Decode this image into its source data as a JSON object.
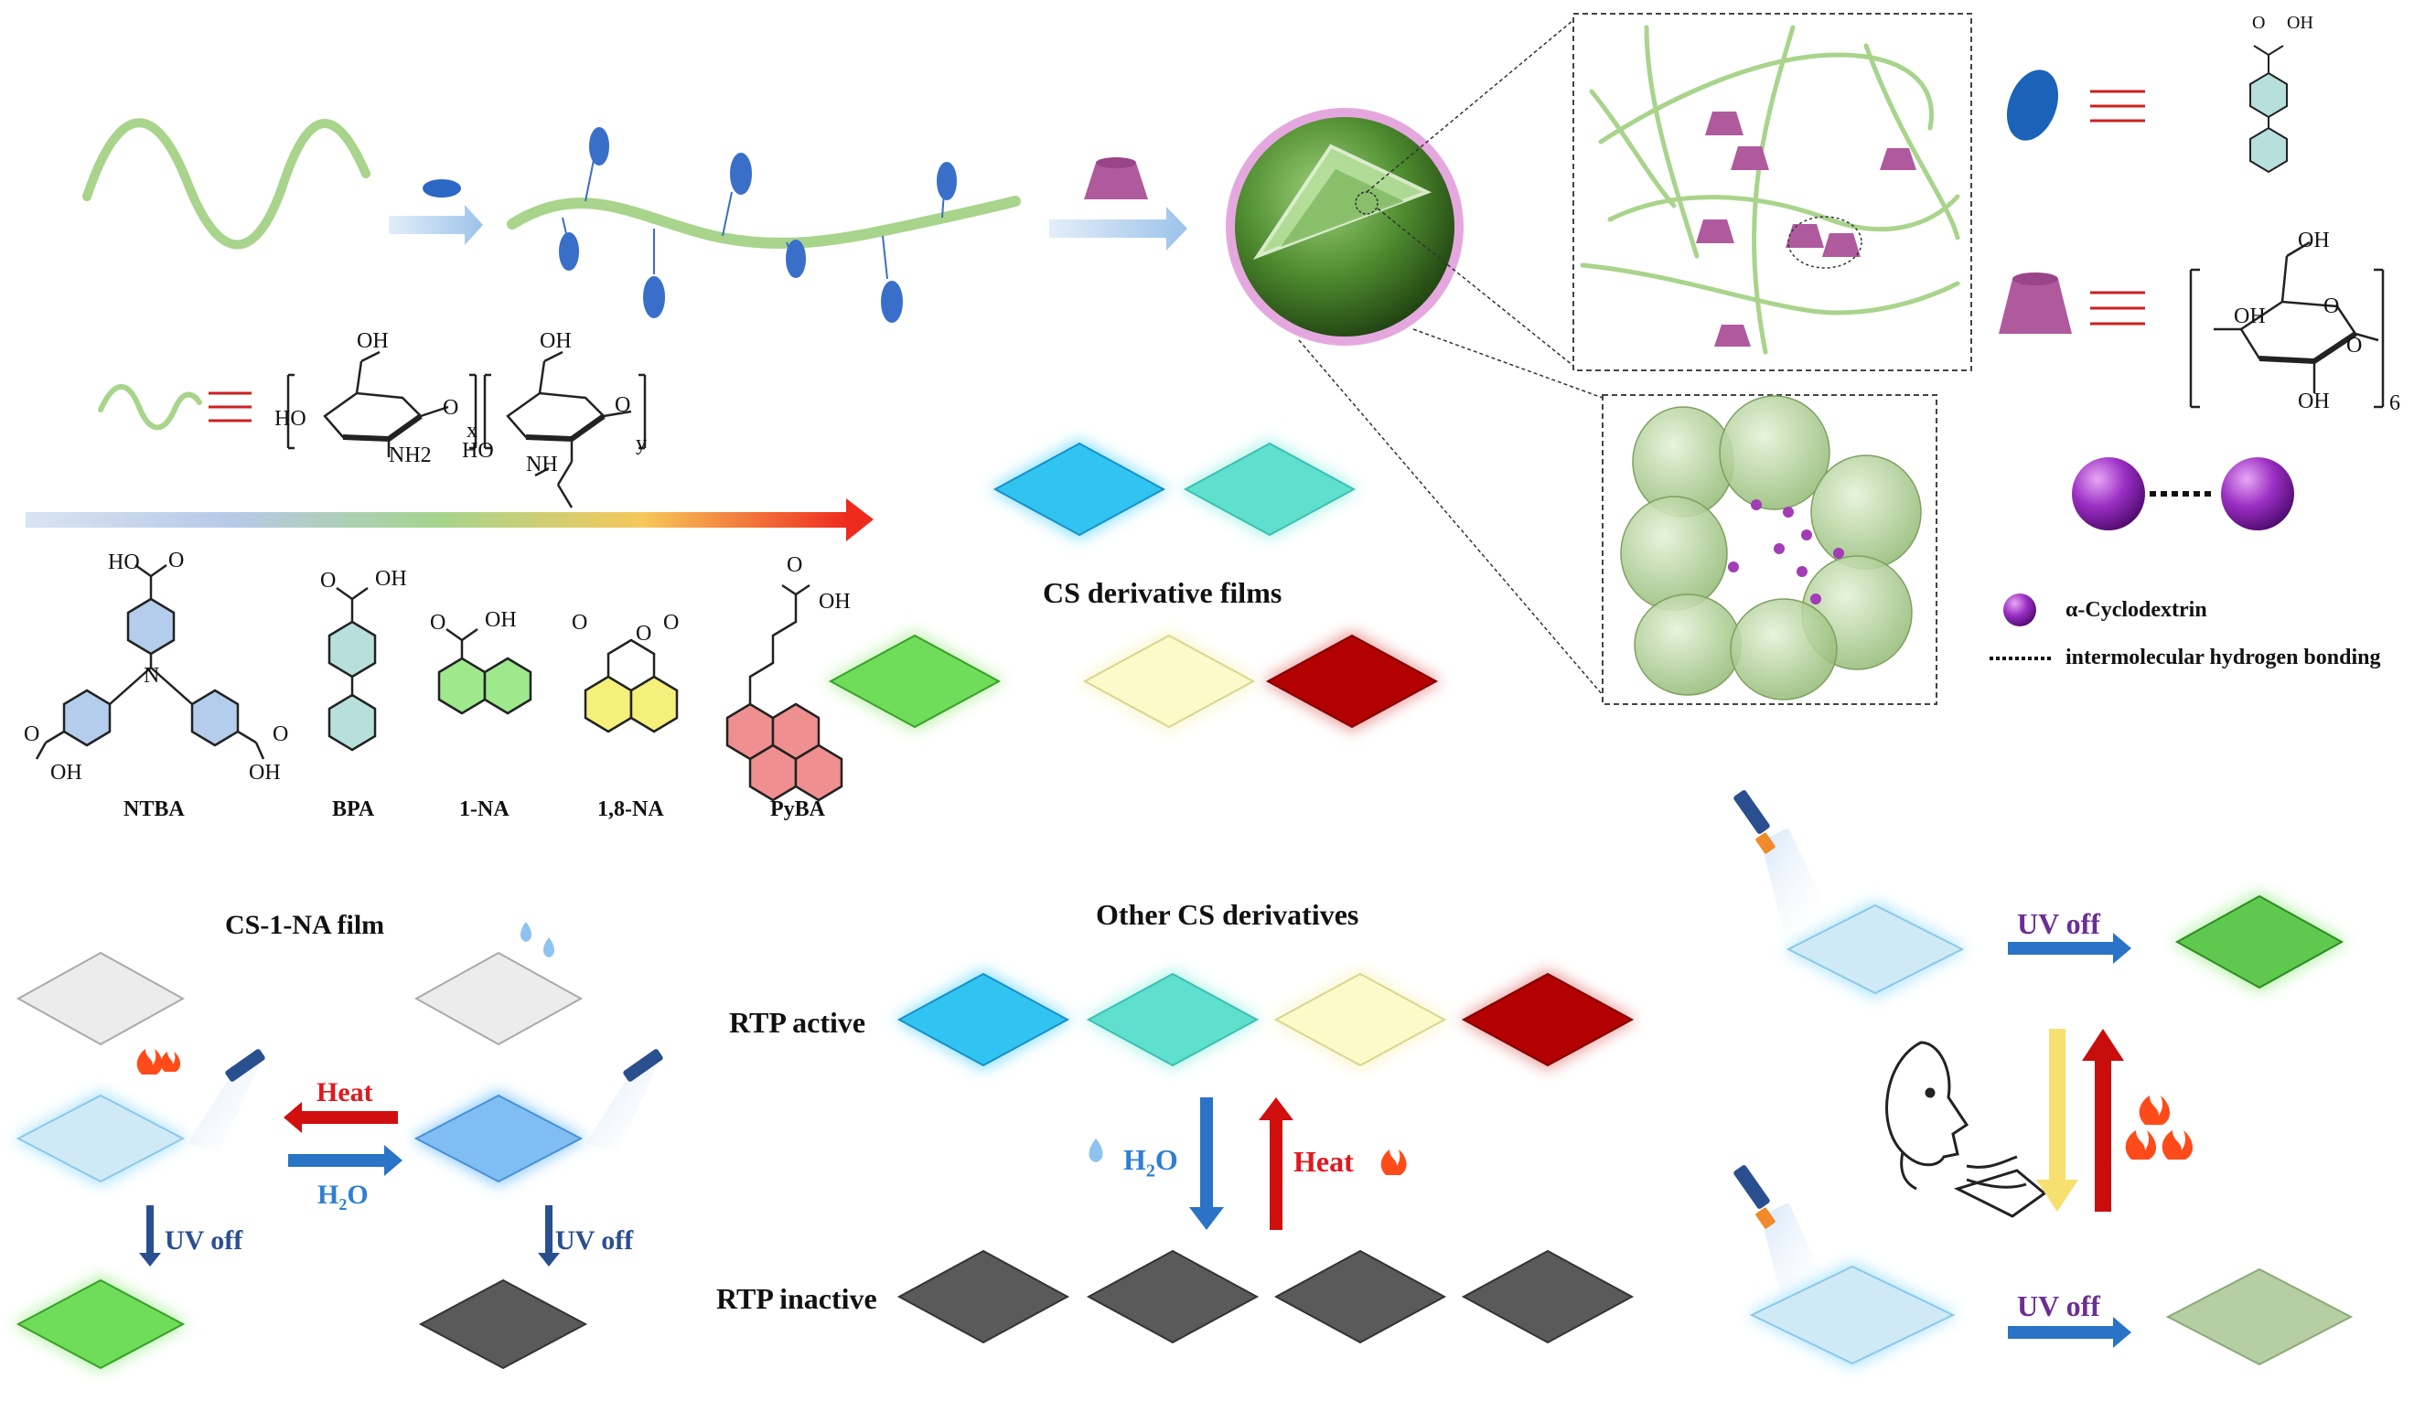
{
  "structures": {
    "chitosan_substituents": [
      "OH",
      "HO",
      "NH2",
      "OH",
      "HO",
      "NH",
      "x",
      "y",
      "O",
      "O"
    ],
    "acids": [
      {
        "name": "NTBA",
        "groups": [
          "HO",
          "O",
          "O",
          "OH",
          "O",
          "OH",
          "N"
        ]
      },
      {
        "name": "BPA",
        "groups": [
          "O",
          "OH"
        ]
      },
      {
        "name": "1-NA",
        "groups": [
          "O",
          "OH"
        ]
      },
      {
        "name": "1,8-NA",
        "groups": [
          "O",
          "O",
          "O"
        ]
      },
      {
        "name": "PyBA",
        "groups": [
          "O",
          "OH"
        ]
      }
    ],
    "cyclodextrin_repeat": {
      "groups": [
        "OH",
        "O",
        "OH",
        "O",
        "OH"
      ],
      "subscript": "6"
    },
    "bpa_groups": [
      "O",
      "OH"
    ]
  },
  "legend": {
    "cyclodextrin": "α-Cyclodextrin",
    "hbond": "intermolecular hydrogen bonding"
  },
  "labels": {
    "cs_derivative_films": "CS derivative films",
    "cs_1na_film": "CS-1-NA film",
    "other_cs_derivatives": "Other CS derivatives",
    "rtp_active": "RTP active",
    "rtp_inactive": "RTP inactive",
    "heat": "Heat",
    "h2o": "H",
    "h2o_sub": "2",
    "h2o_o": "O",
    "uv_off": "UV off"
  },
  "colors": {
    "chitosan_green": "#a8d48b",
    "acid_blue": "#2b67c4",
    "cd_purple": "#b05a9e",
    "film_blue": "#31c4f0",
    "film_cyan": "#5fe0cf",
    "film_green": "#6fdc5a",
    "film_yellow": "#fbfac8",
    "film_red": "#b30000",
    "film_gray": "#5a5a5a",
    "film_white": "#ececec",
    "film_lightblue": "#cfeaf6",
    "arrow_red": "#d20f0f",
    "arrow_blue": "#2a73c6"
  }
}
